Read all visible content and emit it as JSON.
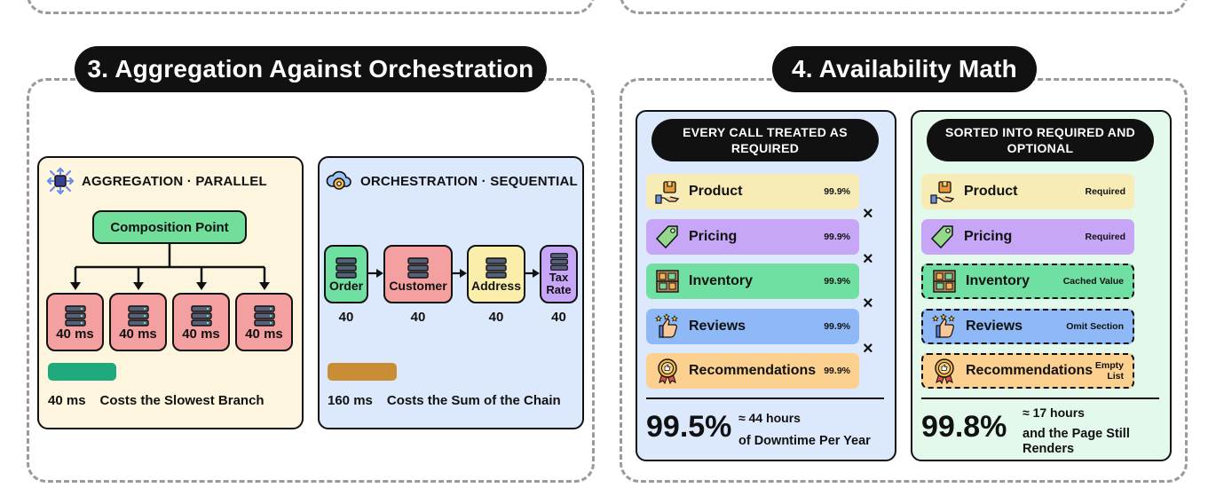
{
  "section3": {
    "title": "3. Aggregation Against Orchestration",
    "aggregation": {
      "heading": "AGGREGATION · PARALLEL",
      "composition_point": "Composition Point",
      "branches": [
        "40 ms",
        "40 ms",
        "40 ms",
        "40 ms"
      ],
      "bar_color": "#1faa7e",
      "total": "40 ms",
      "caption": "Costs the Slowest Branch"
    },
    "orchestration": {
      "heading": "ORCHESTRATION · SEQUENTIAL",
      "steps": [
        {
          "label": "Order",
          "value": "40",
          "color": "#6fe0a2"
        },
        {
          "label": "Customer",
          "value": "40",
          "color": "#f5a0a0"
        },
        {
          "label": "Address",
          "value": "40",
          "color": "#fbeeaa"
        },
        {
          "label": "Tax Rate",
          "value": "40",
          "color": "#c7a6f7"
        }
      ],
      "bar_color": "#c98e35",
      "total": "160 ms",
      "caption": "Costs the Sum of the Chain"
    }
  },
  "section4": {
    "title": "4. Availability Math",
    "left": {
      "heading": "EVERY CALL TREATED AS REQUIRED",
      "rows": [
        {
          "name": "Product",
          "value": "99.9%",
          "icon": "product-box-hand-icon"
        },
        {
          "name": "Pricing",
          "value": "99.9%",
          "icon": "price-tag-icon"
        },
        {
          "name": "Inventory",
          "value": "99.9%",
          "icon": "inventory-shelf-icon"
        },
        {
          "name": "Reviews",
          "value": "99.9%",
          "icon": "thumbs-up-stars-icon"
        },
        {
          "name": "Recommendations",
          "value": "99.9%",
          "icon": "award-badge-icon"
        }
      ],
      "operator": "×",
      "percent": "99.5%",
      "summary_line1": "≈ 44 hours",
      "summary_line2": "of Downtime Per Year"
    },
    "right": {
      "heading": "SORTED INTO REQUIRED AND OPTIONAL",
      "rows": [
        {
          "name": "Product",
          "value": "Required",
          "icon": "product-box-hand-icon"
        },
        {
          "name": "Pricing",
          "value": "Required",
          "icon": "price-tag-icon"
        },
        {
          "name": "Inventory",
          "value": "Cached Value",
          "icon": "inventory-shelf-icon"
        },
        {
          "name": "Reviews",
          "value": "Omit Section",
          "icon": "thumbs-up-stars-icon"
        },
        {
          "name": "Recommendations",
          "value": "Empty List",
          "icon": "award-badge-icon"
        }
      ],
      "percent": "99.8%",
      "summary_line1": "≈ 17 hours",
      "summary_line2": "and the Page Still Renders"
    },
    "row_colors": {
      "product": "#f7ecb5",
      "pricing": "#c7a6f7",
      "inventory": "#6fe0a2",
      "reviews": "#8fb8f7",
      "recommendations": "#fcd08f"
    }
  }
}
